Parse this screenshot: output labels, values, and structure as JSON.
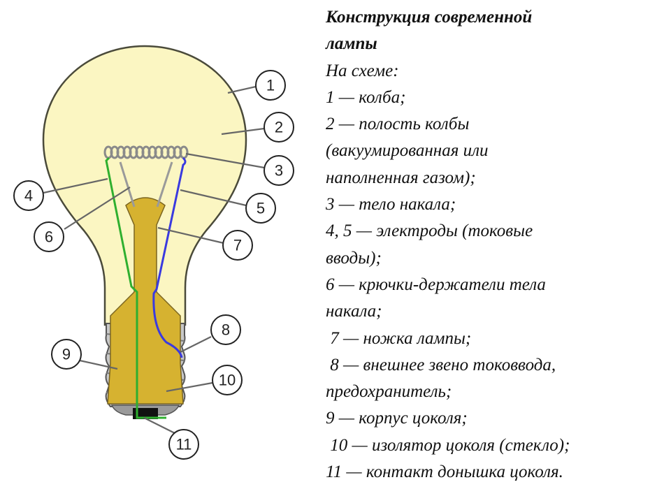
{
  "title_lines": [
    "Конструкция современной",
    "лампы"
  ],
  "text_lines": [
    "На схеме:",
    "1 — колба;",
    "2 — полость колбы",
    "(вакуумированная или",
    "наполненная газом);",
    "3 — тело накала;",
    "4, 5 — электроды (токовые",
    "вводы);",
    "6 — крючки-держатели тела",
    "накала;",
    " 7 — ножка лампы;",
    " 8 — внешнее звено токоввода,",
    "предохранитель;",
    "9 — корпус цоколя;",
    " 10 — изолятор цоколя (стекло);",
    "11 — контакт донышка цоколя."
  ],
  "callouts": [
    "1",
    "2",
    "3",
    "4",
    "5",
    "6",
    "7",
    "8",
    "9",
    "10",
    "11"
  ],
  "colors": {
    "bulb_fill": "#FBF6C2",
    "bulb_outline": "#4a4a3a",
    "stem": "#D6B230",
    "base_metal": "#C8C8C8",
    "electrode_left": "#2FAF2F",
    "electrode_right": "#3A3ADF",
    "filament": "#8a8a8a"
  }
}
